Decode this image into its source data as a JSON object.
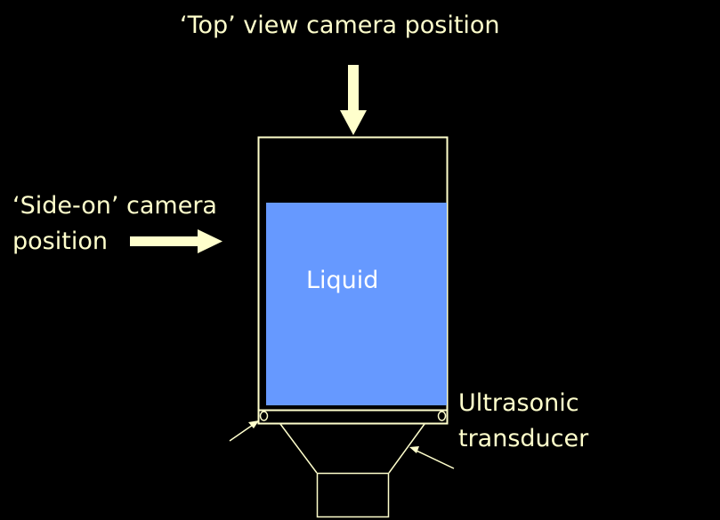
{
  "labels": {
    "top_view": "‘Top’ view camera position",
    "side_on_line1": "‘Side-on’ camera",
    "side_on_line2": "position",
    "liquid": "Liquid",
    "transducer_line1": "Ultrasonic",
    "transducer_line2": "transducer"
  },
  "colors": {
    "background": "#000000",
    "line": "#FFFFCC",
    "liquid_fill": "#6699FF",
    "liquid_text": "#FFFFFF"
  }
}
